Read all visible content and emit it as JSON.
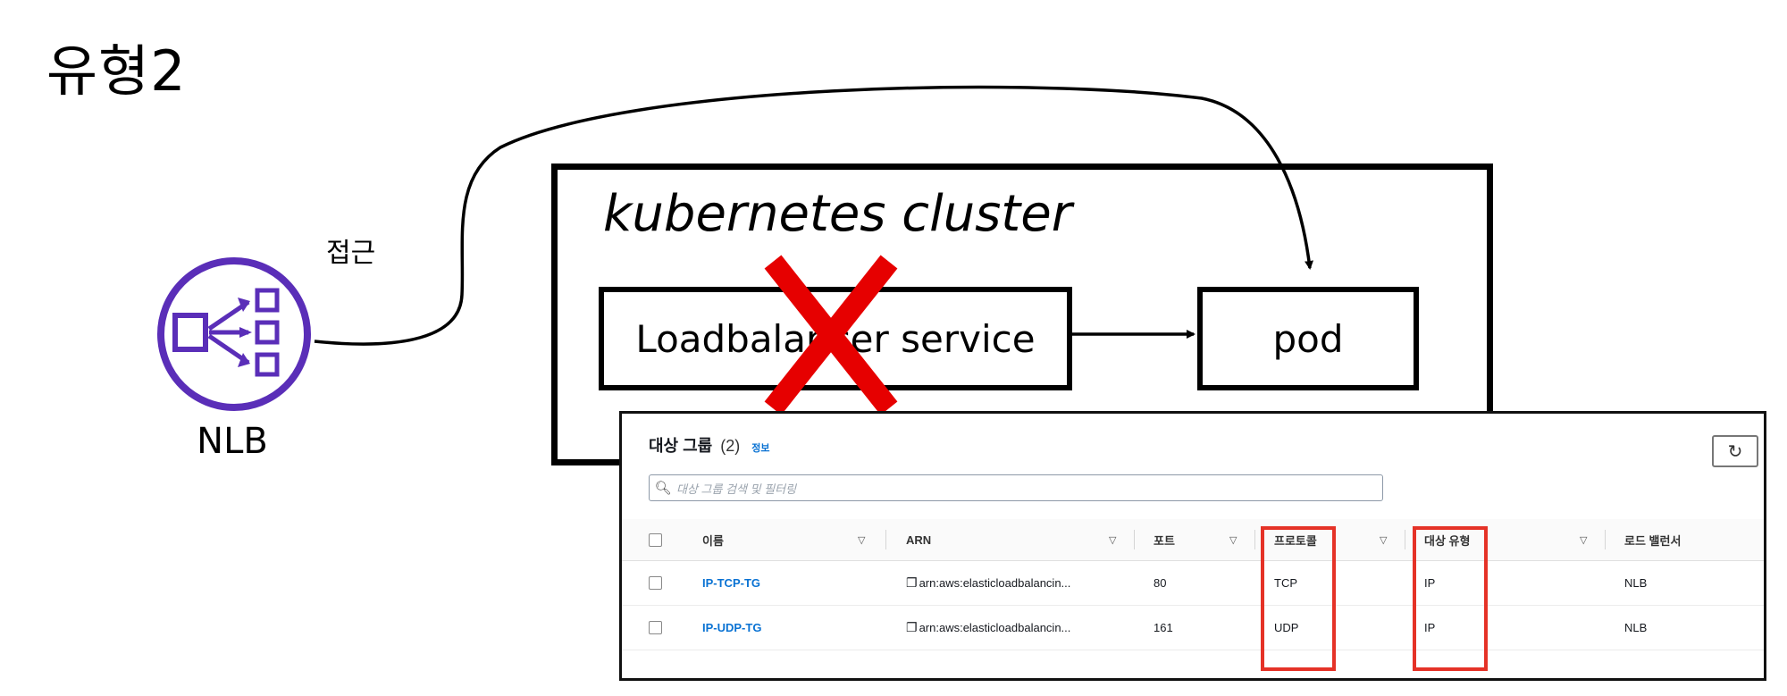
{
  "diagram": {
    "title": "유형2",
    "nlb_label": "NLB",
    "access_label": "접근",
    "cluster_title": "kubernetes cluster",
    "lb_service_label": "Loadbalancer service",
    "pod_label": "pod"
  },
  "colors": {
    "nlb_purple": "#5a2eb8",
    "cross_red": "#e60000",
    "highlight_red": "#e53227",
    "link_blue": "#0972d3"
  },
  "console": {
    "header_title": "대상 그룹",
    "header_count": "(2)",
    "info_link": "정보",
    "search_placeholder": "대상 그룹 검색 및 필터링",
    "columns": [
      "이름",
      "ARN",
      "포트",
      "프로토콜",
      "대상 유형",
      "로드 밸런서"
    ],
    "rows": [
      {
        "name": "IP-TCP-TG",
        "arn": "arn:aws:elasticloadbalancin...",
        "port": "80",
        "protocol": "TCP",
        "target_type": "IP",
        "load_balancer": "NLB"
      },
      {
        "name": "IP-UDP-TG",
        "arn": "arn:aws:elasticloadbalancin...",
        "port": "161",
        "protocol": "UDP",
        "target_type": "IP",
        "load_balancer": "NLB"
      }
    ]
  }
}
